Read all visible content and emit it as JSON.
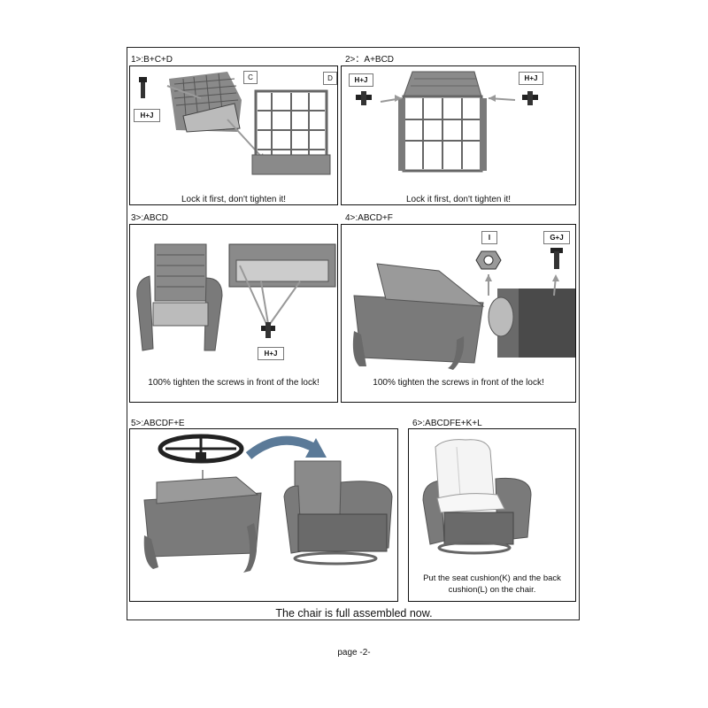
{
  "steps": [
    {
      "title": "1>:B+C+D",
      "caption": "Lock it first, don't tighten it!",
      "labels": {
        "hj": "H+J",
        "c": "C",
        "d": "D"
      }
    },
    {
      "title": "2>：A+BCD",
      "caption": "Lock it first, don't tighten it!",
      "labels": {
        "hj_left": "H+J",
        "hj_right": "H+J"
      }
    },
    {
      "title": "3>:ABCD",
      "caption": "100% tighten the screws in front of the lock!",
      "labels": {
        "hj": "H+J"
      }
    },
    {
      "title": "4>:ABCD+F",
      "caption": "100% tighten the screws in front of the lock!",
      "labels": {
        "i": "I",
        "gj": "G+J"
      }
    },
    {
      "title": "5>:ABCDF+E"
    },
    {
      "title": "6>:ABCDFE+K+L",
      "caption_line1": "Put the seat cushion(K) and the back",
      "caption_line2": "cushion(L) on the chair."
    }
  ],
  "footer": {
    "assembled": "The chair is full assembled now.",
    "page": "page -2-"
  },
  "colors": {
    "wicker": "#7a7a7a",
    "wicker_dark": "#4a4a4a",
    "arrow": "#9a9a9a",
    "curved_arrow": "#5b7a98"
  }
}
